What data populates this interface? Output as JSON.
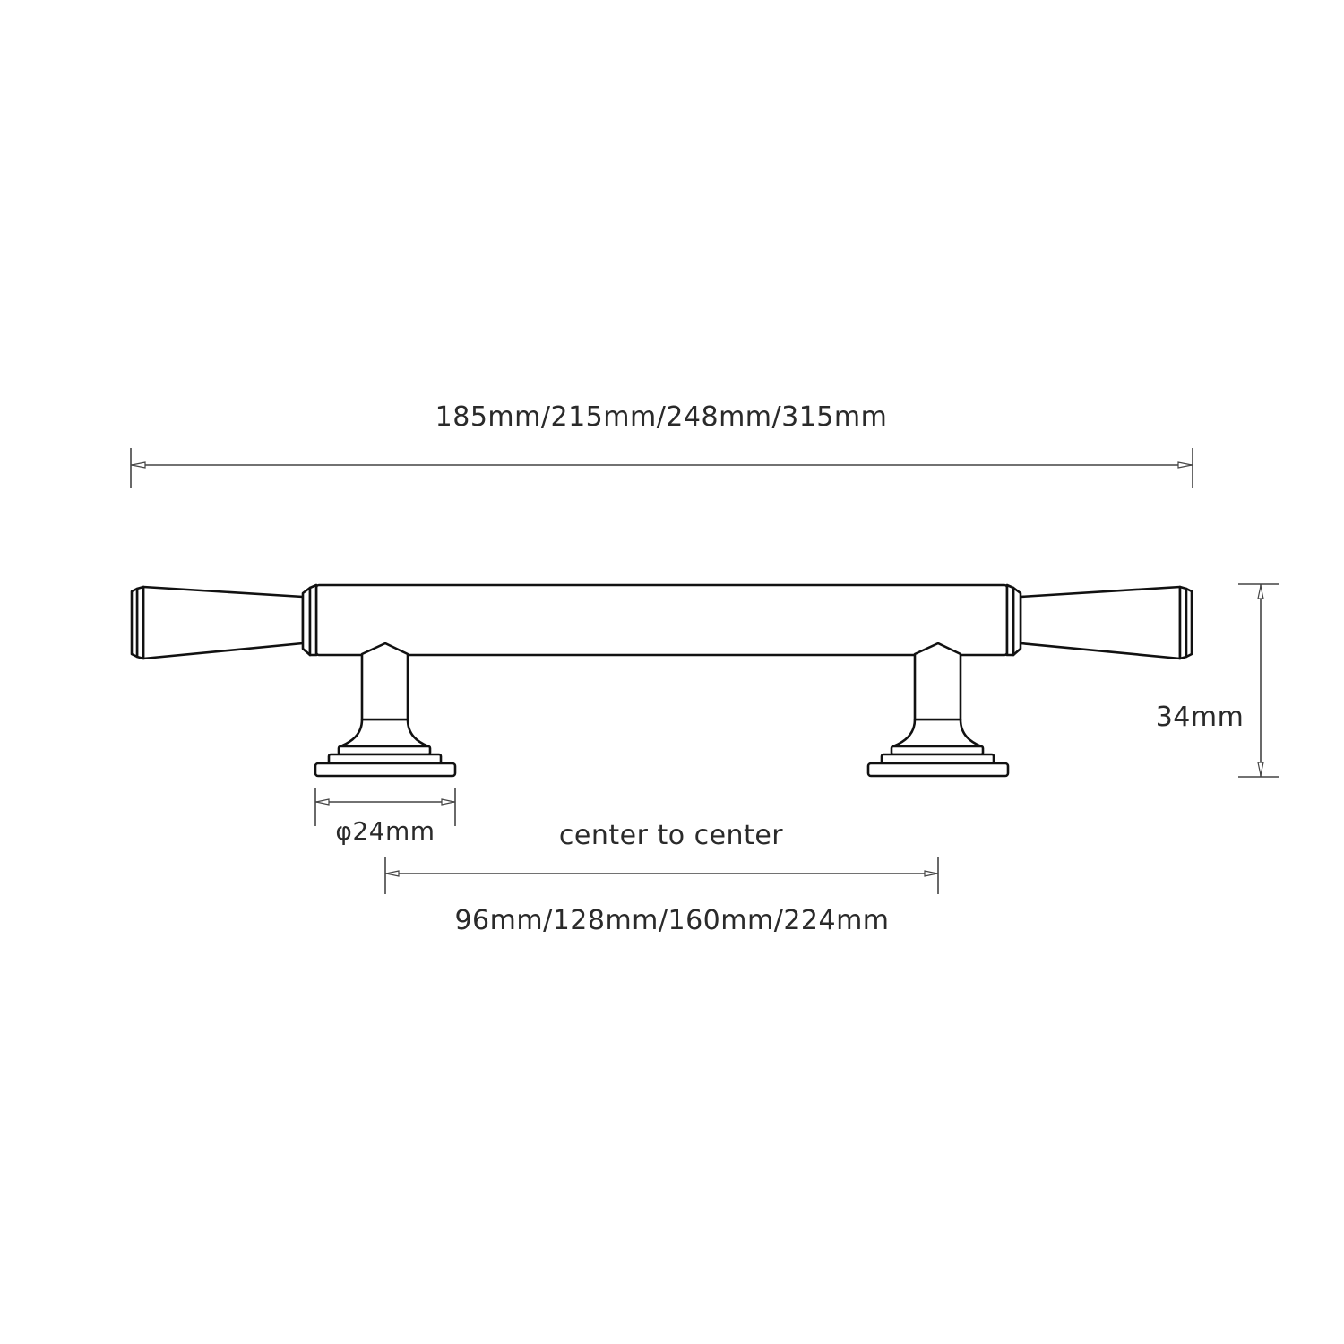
{
  "dimensions": {
    "overall_length": "185mm/215mm/248mm/315mm",
    "height": "34mm",
    "base_diameter": "φ24mm",
    "center_to_center_label": "center to center",
    "center_to_center": "96mm/128mm/160mm/224mm"
  }
}
